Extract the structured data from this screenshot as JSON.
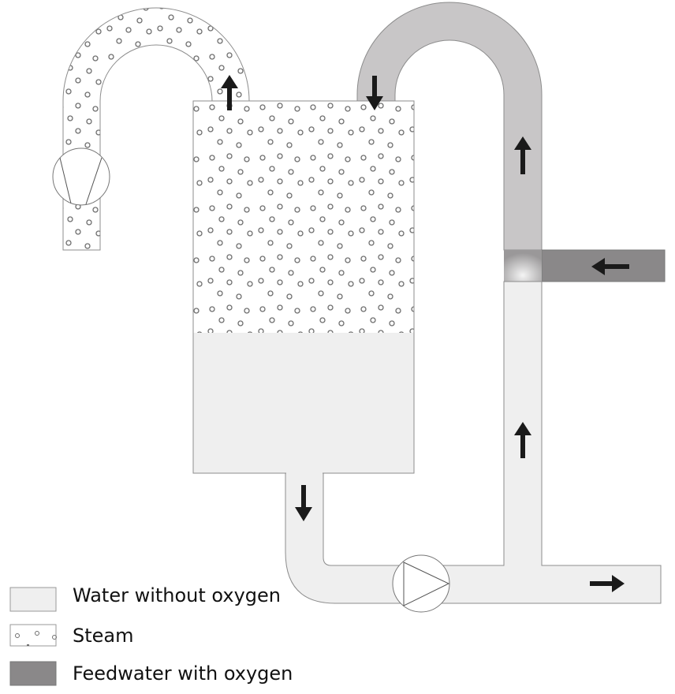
{
  "colors": {
    "water_without_oxygen": "#efefef",
    "steam_background": "#ffffff",
    "steam_dot": "#6e6e6e",
    "feedwater_with_oxygen": "#8a8889",
    "return_pipe": "#c8c6c7",
    "outline": "#8c8c8c",
    "arrow": "#1a1a1a"
  },
  "components": [
    "compressor-icon",
    "pump-icon",
    "deaerator-tank"
  ],
  "legend": {
    "items": [
      {
        "label": "Water without oxygen",
        "swatch": "water_without_oxygen"
      },
      {
        "label": "Steam",
        "swatch": "steam"
      },
      {
        "label": "Feedwater with oxygen",
        "swatch": "feedwater_with_oxygen"
      }
    ]
  }
}
